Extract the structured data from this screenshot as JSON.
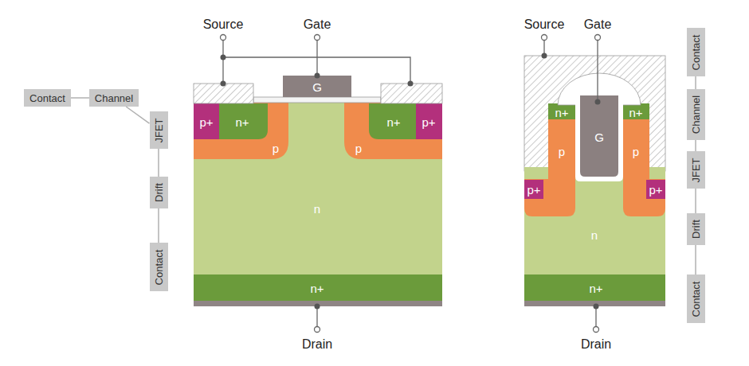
{
  "diagram": {
    "nodes": [
      {
        "text": [
          "Contact"
        ]
      },
      {
        "text": [
          "Channel"
        ]
      },
      {
        "text": [
          "JFET"
        ]
      },
      {
        "text": [
          "Drift"
        ]
      },
      {
        "text": [
          "Contact"
        ]
      },
      {
        "text": [
          "Contact"
        ]
      },
      {
        "text": [
          "Channel"
        ]
      },
      {
        "text": [
          "JFET"
        ]
      },
      {
        "text": [
          "Drift"
        ]
      },
      {
        "text": [
          "Contact"
        ]
      }
    ],
    "edges": [
      {
        "from": 0,
        "to": 1,
        "arrow": "none"
      },
      {
        "from": 1,
        "to": 2,
        "arrow": "none"
      },
      {
        "from": 2,
        "to": 3,
        "arrow": "none"
      },
      {
        "from": 3,
        "to": 4,
        "arrow": "none"
      },
      {
        "from": 5,
        "to": 6,
        "arrow": "none"
      },
      {
        "from": 6,
        "to": 7,
        "arrow": "none"
      },
      {
        "from": 7,
        "to": 8,
        "arrow": "none"
      },
      {
        "from": 8,
        "to": 9,
        "arrow": "none"
      }
    ],
    "labels": [
      "Source",
      "Gate",
      "G",
      "p+",
      "n+",
      "p",
      "n+",
      "p+",
      "p",
      "n",
      "n+",
      "Drain",
      "Source",
      "Gate",
      "n+",
      "n+",
      "G",
      "p",
      "p",
      "p+",
      "p+",
      "n",
      "n+",
      "Drain"
    ]
  }
}
